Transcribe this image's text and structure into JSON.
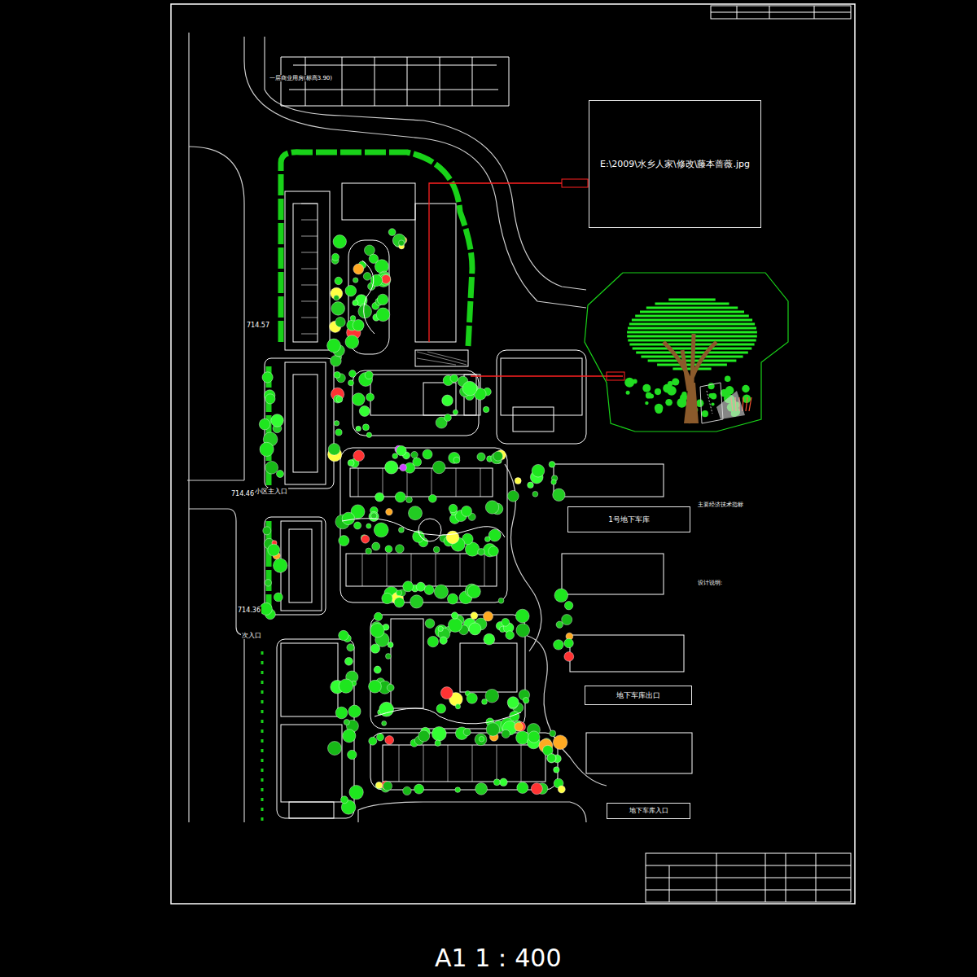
{
  "diagram": {
    "caption": "A1 1：400",
    "nodes": [
      {
        "text": [
          "E:\\2009\\水乡人家\\修改\\藤本蔷薇.jpg"
        ]
      },
      {
        "text": [
          "1号地下车库"
        ]
      },
      {
        "text": [
          "地下车库出口"
        ]
      },
      {
        "text": [
          "地下车库入口"
        ]
      }
    ],
    "labels": [
      "一层商业用房(标高3.90)",
      "714.57",
      "714.46",
      "小区主入口",
      "714.36",
      "次入口",
      "主要经济技术指标",
      "设计说明:"
    ]
  }
}
